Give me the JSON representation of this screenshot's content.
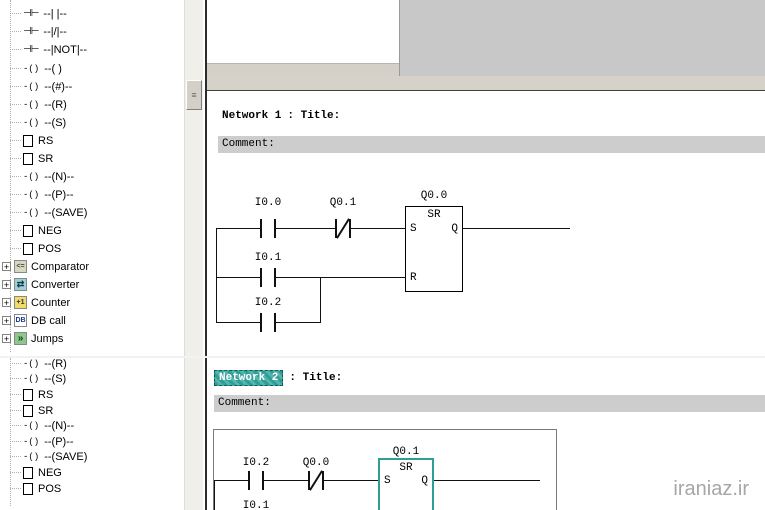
{
  "watermark": "iraniaz.ir",
  "colors": {
    "selection_teal": "#2e9e96",
    "comment_bar": "#cdcdcd",
    "right_panel_gray": "#c8c8c8",
    "splitter_gray": "#d6d2ca"
  },
  "tree_top": {
    "items": [
      {
        "icon": "contact-icon",
        "label": "--| |--"
      },
      {
        "icon": "contact-icon",
        "label": "--|/|--"
      },
      {
        "icon": "contact-icon",
        "label": "--|NOT|--"
      },
      {
        "icon": "coil-icon",
        "label": "--( )"
      },
      {
        "icon": "coil-icon",
        "label": "--(#)--"
      },
      {
        "icon": "coil-icon",
        "label": "--(R)"
      },
      {
        "icon": "coil-icon",
        "label": "--(S)"
      },
      {
        "icon": "box-icon",
        "label": "RS"
      },
      {
        "icon": "box-icon",
        "label": "SR"
      },
      {
        "icon": "coil-icon",
        "label": "--(N)--"
      },
      {
        "icon": "coil-icon",
        "label": "--(P)--"
      },
      {
        "icon": "coil-icon",
        "label": "--(SAVE)"
      },
      {
        "icon": "box-icon",
        "label": "NEG"
      },
      {
        "icon": "box-icon",
        "label": "POS"
      },
      {
        "icon": "comparator-icon",
        "label": "Comparator",
        "expandable": true
      },
      {
        "icon": "converter-icon",
        "label": "Converter",
        "expandable": true
      },
      {
        "icon": "counter-icon",
        "label": "Counter",
        "expandable": true
      },
      {
        "icon": "db-call-icon",
        "label": "DB call",
        "expandable": true
      },
      {
        "icon": "jumps-icon",
        "label": "Jumps",
        "expandable": true
      }
    ]
  },
  "tree_bottom": {
    "items": [
      {
        "icon": "coil-icon",
        "label": "--(R)"
      },
      {
        "icon": "coil-icon",
        "label": "--(S)"
      },
      {
        "icon": "box-icon",
        "label": "RS"
      },
      {
        "icon": "box-icon",
        "label": "SR"
      },
      {
        "icon": "coil-icon",
        "label": "--(N)--"
      },
      {
        "icon": "coil-icon",
        "label": "--(P)--"
      },
      {
        "icon": "coil-icon",
        "label": "--(SAVE)"
      },
      {
        "icon": "box-icon",
        "label": "NEG"
      },
      {
        "icon": "box-icon",
        "label": "POS"
      }
    ]
  },
  "network1": {
    "title": "Network 1",
    "title_suffix": ": Title:",
    "comment": "Comment:",
    "contact_s1": "I0.0",
    "contact_s2": "Q0.1",
    "contact_r1": "I0.1",
    "contact_r2": "I0.2",
    "block": {
      "address": "Q0.0",
      "type": "SR",
      "input_s": "S",
      "input_r": "R",
      "output_q": "Q"
    }
  },
  "network2": {
    "title": "Network 2",
    "title_suffix": ": Title:",
    "comment": "Comment:",
    "contact_s1": "I0.2",
    "contact_s2": "Q0.0",
    "contact_r1": "I0.1",
    "block": {
      "address": "Q0.1",
      "type": "SR",
      "input_s": "S",
      "output_q": "Q"
    }
  }
}
